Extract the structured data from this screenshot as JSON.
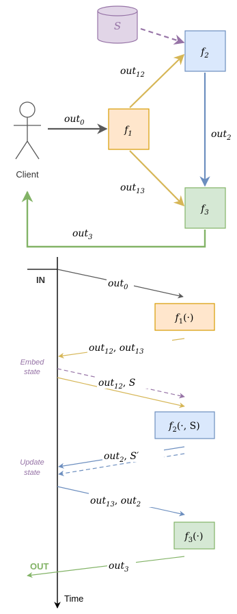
{
  "top_diagram": {
    "client_label": "Client",
    "storage_label": "S",
    "f1_label": "f",
    "f1_sub": "1",
    "f2_label": "f",
    "f2_sub": "2",
    "f3_label": "f",
    "f3_sub": "3",
    "out0": {
      "base": "out",
      "sub": "0"
    },
    "out12": {
      "base": "out",
      "sub": "12"
    },
    "out13": {
      "base": "out",
      "sub": "13"
    },
    "out2": {
      "base": "out",
      "sub": "2"
    },
    "out3": {
      "base": "out",
      "sub": "3"
    }
  },
  "sequence": {
    "in_label": "IN",
    "out_label": "OUT",
    "time_label": "Time",
    "embed_state_line1": "Embed",
    "embed_state_line2": "state",
    "update_state_line1": "Update",
    "update_state_line2": "state",
    "f1_box": {
      "f": "f",
      "sub": "1",
      "args": "(·)"
    },
    "f2_box": {
      "f": "f",
      "sub": "2",
      "args": "(·, S)"
    },
    "f3_box": {
      "f": "f",
      "sub": "3",
      "args": "(·)"
    },
    "msg_out0": {
      "base": "out",
      "sub": "0"
    },
    "msg_out12_out13": {
      "a": "out",
      "a_sub": "12",
      "sep": ", ",
      "b": "out",
      "b_sub": "13"
    },
    "msg_out12_S": {
      "a": "out",
      "a_sub": "12",
      "sep": ", ",
      "b": "S"
    },
    "msg_out2_Sprime": {
      "a": "out",
      "a_sub": "2",
      "sep": ", ",
      "b": "S′"
    },
    "msg_out13_out2": {
      "a": "out",
      "a_sub": "13",
      "sep": ", ",
      "b": "out",
      "b_sub": "2"
    },
    "msg_out3": {
      "base": "out",
      "sub": "3"
    }
  },
  "colors": {
    "orange_fill": "#ffe6cc",
    "orange_stroke": "#d79b00",
    "blue_fill": "#dae8fc",
    "blue_stroke": "#6c8ebf",
    "green_fill": "#d5e8d4",
    "green_stroke": "#82b366",
    "purple_fill": "#e1d5e7",
    "purple_stroke": "#9673a6",
    "gold_arrow": "#d6b656",
    "gray_arrow": "#595959",
    "green_arrow": "#82b366",
    "blue_arrow": "#6c8ebf",
    "purple_text": "#9673a6"
  }
}
